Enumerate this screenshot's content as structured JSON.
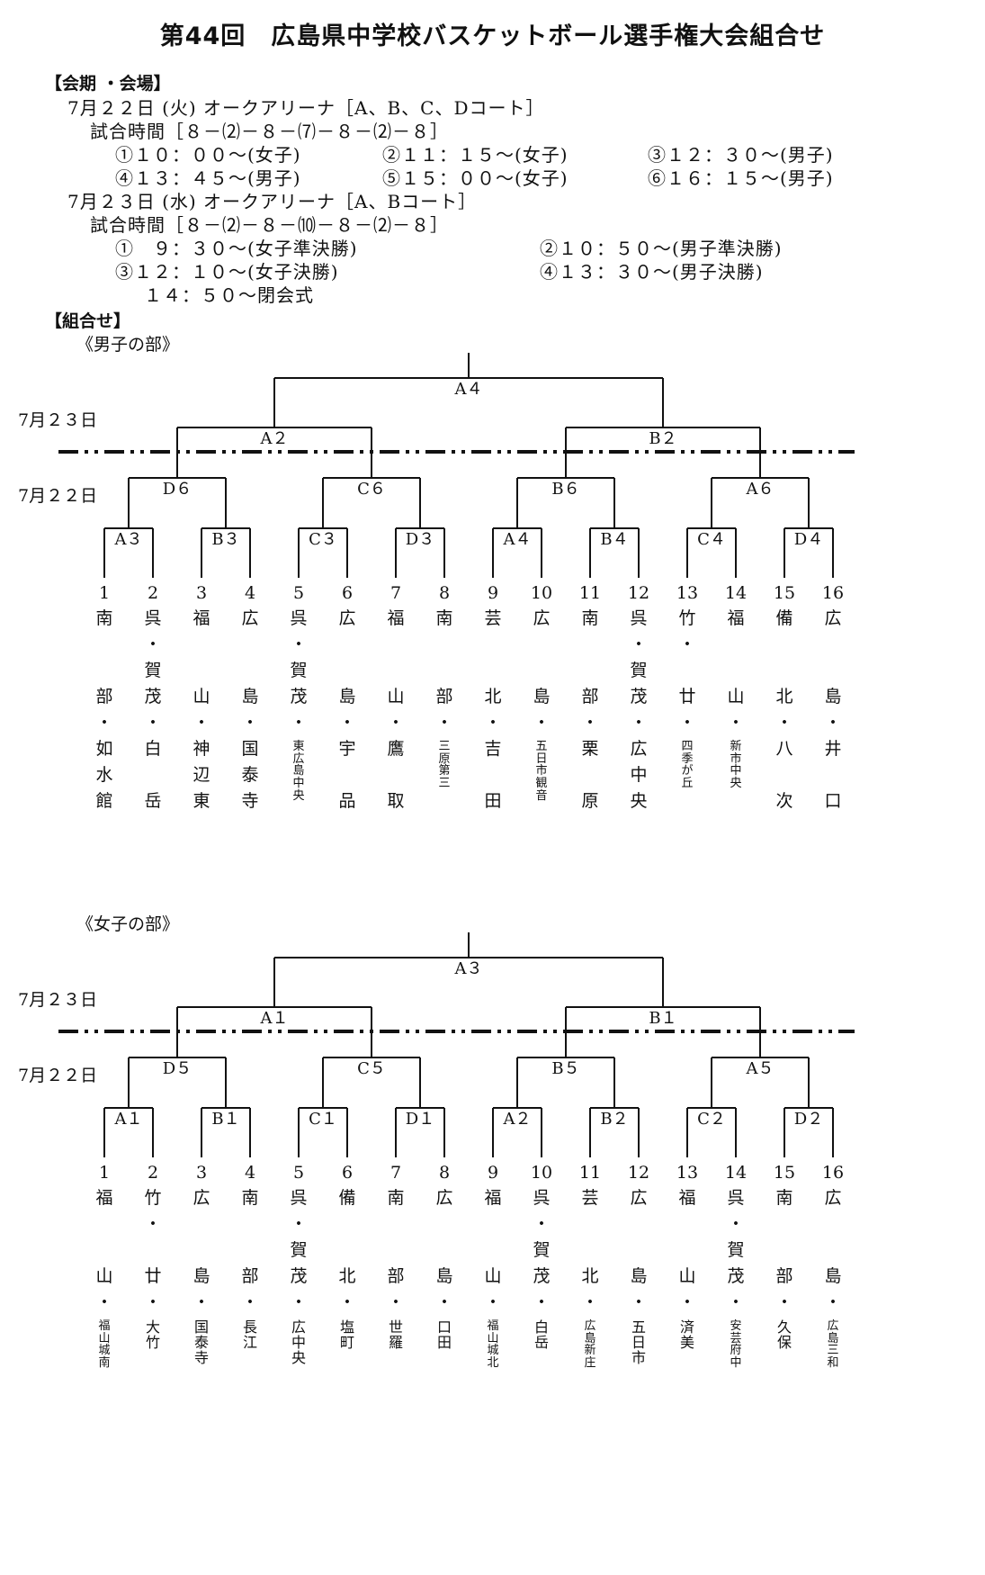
{
  "title": "第44回　広島県中学校バスケットボール選手権大会組合せ",
  "schedule": {
    "header": "【会期 ・会場】",
    "day1": "7月２２日 (火) オークアリーナ［A、B、C、Dコート］",
    "day1_time": "試合時間［８－⑵－８－⑺－８－⑵－８］",
    "day1_g1": "①１０：００～(女子)",
    "day1_g2": "②１１：１５～(女子)",
    "day1_g3": "③１２：３０～(男子)",
    "day1_g4": "④１３：４５～(男子)",
    "day1_g5": "⑤１５：００～(女子)",
    "day1_g6": "⑥１６：１５～(男子)",
    "day2": "7月２３日 (水) オークアリーナ［A、Bコート］",
    "day2_time": "試合時間［８－⑵－８－⑽－８－⑵－８］",
    "day2_g1": "①　９：３０～(女子準決勝)",
    "day2_g2": "②１０：５０～(男子準決勝)",
    "day2_g3": "③１２：１０～(女子決勝)",
    "day2_g4": "④１３：３０～(男子決勝)",
    "closing": "１４：５０～閉会式"
  },
  "draw_header": "【組合せ】",
  "boys": {
    "label": "《男子の部》",
    "date_final": "7月２３日",
    "date_first": "7月２２日",
    "final": "A４",
    "semis": [
      "A２",
      "B２"
    ],
    "qf": [
      "D６",
      "C６",
      "B６",
      "A６"
    ],
    "r1": [
      "A３",
      "B３",
      "C３",
      "D３",
      "A４",
      "B４",
      "C４",
      "D４"
    ],
    "seeds": [
      "1",
      "2",
      "3",
      "4",
      "5",
      "6",
      "7",
      "8",
      "9",
      "10",
      "11",
      "12",
      "13",
      "14",
      "15",
      "16"
    ],
    "teams": [
      [
        "南",
        "",
        "",
        "部",
        "・",
        "如",
        "水",
        "館"
      ],
      [
        "呉",
        "・",
        "賀",
        "茂",
        "・",
        "白",
        "",
        "岳"
      ],
      [
        "福",
        "",
        "",
        "山",
        "・",
        "神",
        "辺",
        "東"
      ],
      [
        "広",
        "",
        "",
        "島",
        "・",
        "国",
        "泰",
        "寺"
      ],
      [
        "呉",
        "・",
        "賀",
        "茂",
        "・",
        "東広島中央",
        "",
        ""
      ],
      [
        "広",
        "",
        "",
        "島",
        "・",
        "宇",
        "",
        "品"
      ],
      [
        "福",
        "",
        "",
        "山",
        "・",
        "鷹",
        "",
        "取"
      ],
      [
        "南",
        "",
        "",
        "部",
        "・",
        "三原第三",
        "",
        ""
      ],
      [
        "芸",
        "",
        "",
        "北",
        "・",
        "吉",
        "",
        "田"
      ],
      [
        "広",
        "",
        "",
        "島",
        "・",
        "五日市観音",
        "",
        ""
      ],
      [
        "南",
        "",
        "",
        "部",
        "・",
        "栗",
        "",
        "原"
      ],
      [
        "呉",
        "・",
        "賀",
        "茂",
        "・",
        "広",
        "中",
        "央"
      ],
      [
        "竹",
        "・",
        "",
        "廿",
        "・",
        "四季が丘",
        "",
        ""
      ],
      [
        "福",
        "",
        "",
        "山",
        "・",
        "新市中央",
        "",
        ""
      ],
      [
        "備",
        "",
        "",
        "北",
        "・",
        "八",
        "",
        "次"
      ],
      [
        "広",
        "",
        "",
        "島",
        "・",
        "井",
        "",
        "口"
      ]
    ]
  },
  "girls": {
    "label": "《女子の部》",
    "date_final": "7月２３日",
    "date_first": "7月２２日",
    "final": "A３",
    "semis": [
      "A１",
      "B１"
    ],
    "qf": [
      "D５",
      "C５",
      "B５",
      "A５"
    ],
    "r1": [
      "A１",
      "B１",
      "C１",
      "D１",
      "A２",
      "B２",
      "C２",
      "D２"
    ],
    "seeds": [
      "1",
      "2",
      "3",
      "4",
      "5",
      "6",
      "7",
      "8",
      "9",
      "10",
      "11",
      "12",
      "13",
      "14",
      "15",
      "16"
    ],
    "teams": [
      [
        "福",
        "",
        "",
        "山",
        "・",
        "福山城南"
      ],
      [
        "竹",
        "・",
        "",
        "廿",
        "・",
        "大竹"
      ],
      [
        "広",
        "",
        "",
        "島",
        "・",
        "国泰寺"
      ],
      [
        "南",
        "",
        "",
        "部",
        "・",
        "長江"
      ],
      [
        "呉",
        "・",
        "賀",
        "茂",
        "・",
        "広中央"
      ],
      [
        "備",
        "",
        "",
        "北",
        "・",
        "塩町"
      ],
      [
        "南",
        "",
        "",
        "部",
        "・",
        "世羅"
      ],
      [
        "広",
        "",
        "",
        "島",
        "・",
        "口田"
      ],
      [
        "福",
        "",
        "",
        "山",
        "・",
        "福山城北"
      ],
      [
        "呉",
        "・",
        "賀",
        "茂",
        "・",
        "白岳"
      ],
      [
        "芸",
        "",
        "",
        "北",
        "・",
        "広島新庄"
      ],
      [
        "広",
        "",
        "",
        "島",
        "・",
        "五日市"
      ],
      [
        "福",
        "",
        "",
        "山",
        "・",
        "済美"
      ],
      [
        "呉",
        "・",
        "賀",
        "茂",
        "・",
        "安芸府中"
      ],
      [
        "南",
        "",
        "",
        "部",
        "・",
        "久保"
      ],
      [
        "広",
        "",
        "",
        "島",
        "・",
        "広島三和"
      ]
    ]
  }
}
